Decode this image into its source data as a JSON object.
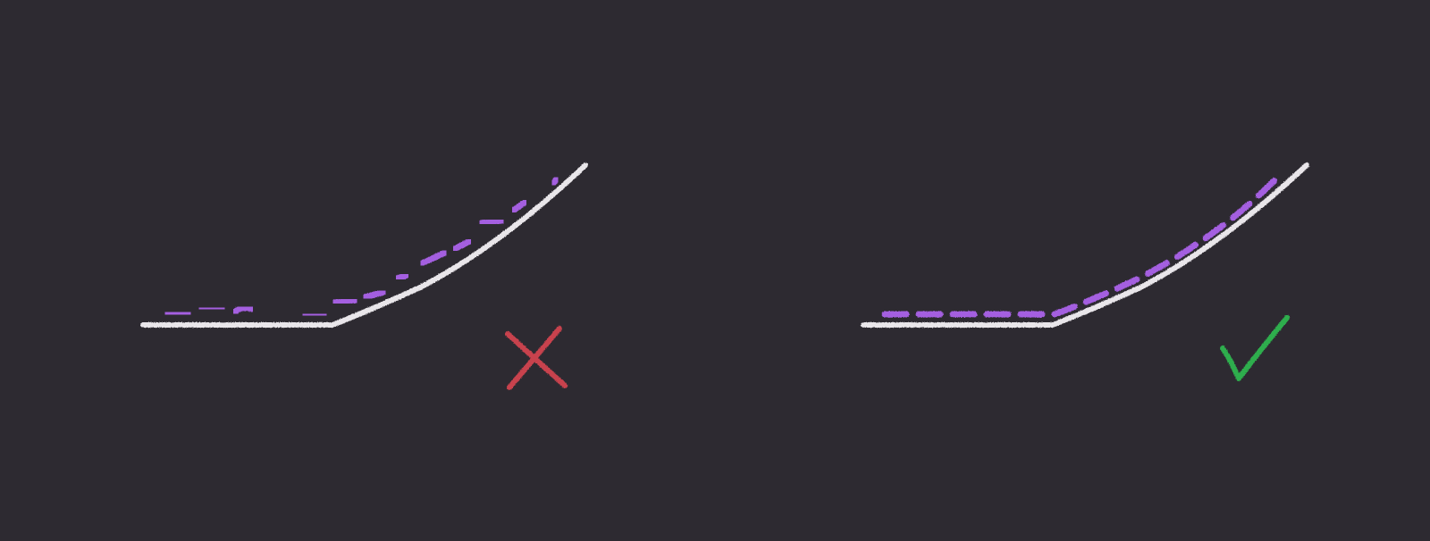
{
  "panels": [
    {
      "id": "incorrect",
      "verdict": "incorrect",
      "mark_icon": "cross-icon",
      "mark_color": "#c8424e",
      "dash_style": "irregular",
      "dash_color": "#a45ee0",
      "line_color": "#e9e6ea"
    },
    {
      "id": "correct",
      "verdict": "correct",
      "mark_icon": "checkmark-icon",
      "mark_color": "#2eae4e",
      "dash_style": "even",
      "dash_color": "#a45ee0",
      "line_color": "#e9e6ea"
    }
  ],
  "colors": {
    "background": "#2d2a31"
  }
}
